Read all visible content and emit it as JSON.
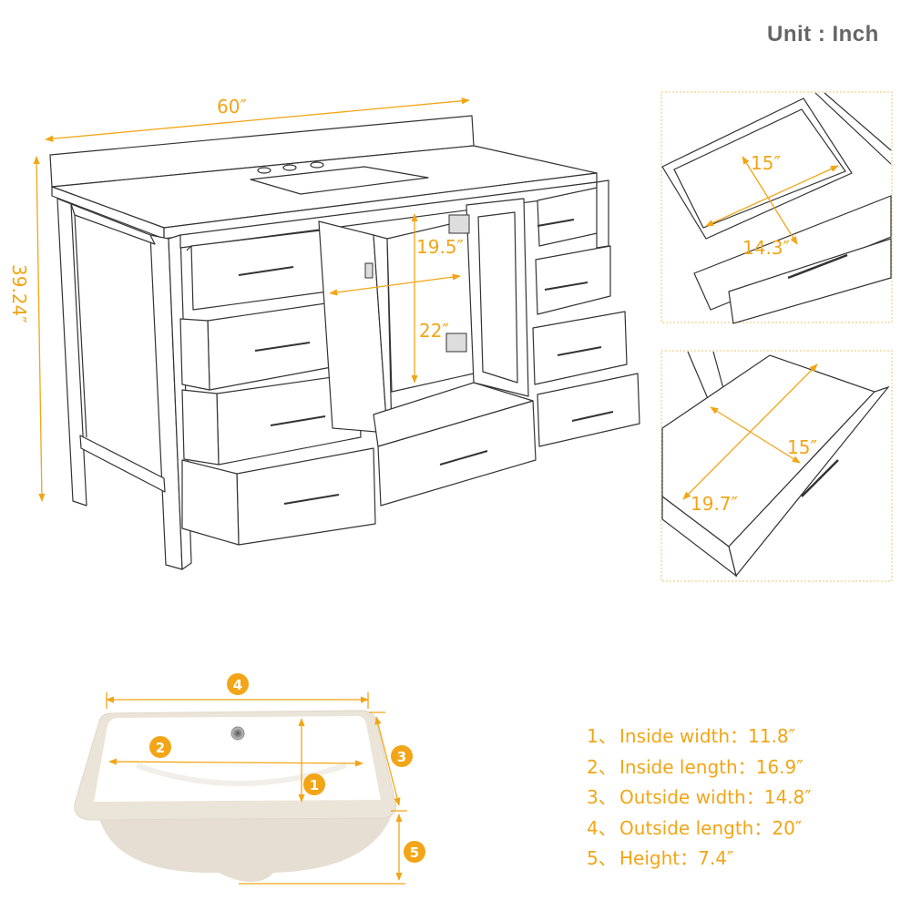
{
  "unit_label": "Unit : Inch",
  "colors": {
    "accent": "#F2A516",
    "line": "#333333",
    "sink_body": "#EAE2D6",
    "sink_bowl": "#FFFFFF",
    "unit_text": "#666666"
  },
  "vanity": {
    "width": "60″",
    "height": "39.24″",
    "cabinet_opening_height": "19.5″",
    "cabinet_opening_width": "22″"
  },
  "detail_top_drawer": {
    "width": "15″",
    "depth": "14.3″"
  },
  "detail_bottom_drawer": {
    "width": "15″",
    "depth": "19.7″"
  },
  "sink": {
    "badges": [
      "1",
      "2",
      "3",
      "4",
      "5"
    ]
  },
  "legend": [
    {
      "num": "1、",
      "text": "Inside width：11.8″"
    },
    {
      "num": "2、",
      "text": "Inside length：16.9″"
    },
    {
      "num": "3、",
      "text": "Outside width：14.8″"
    },
    {
      "num": "4、",
      "text": "Outside length：20″"
    },
    {
      "num": "5、",
      "text": "Height：7.4″"
    }
  ]
}
